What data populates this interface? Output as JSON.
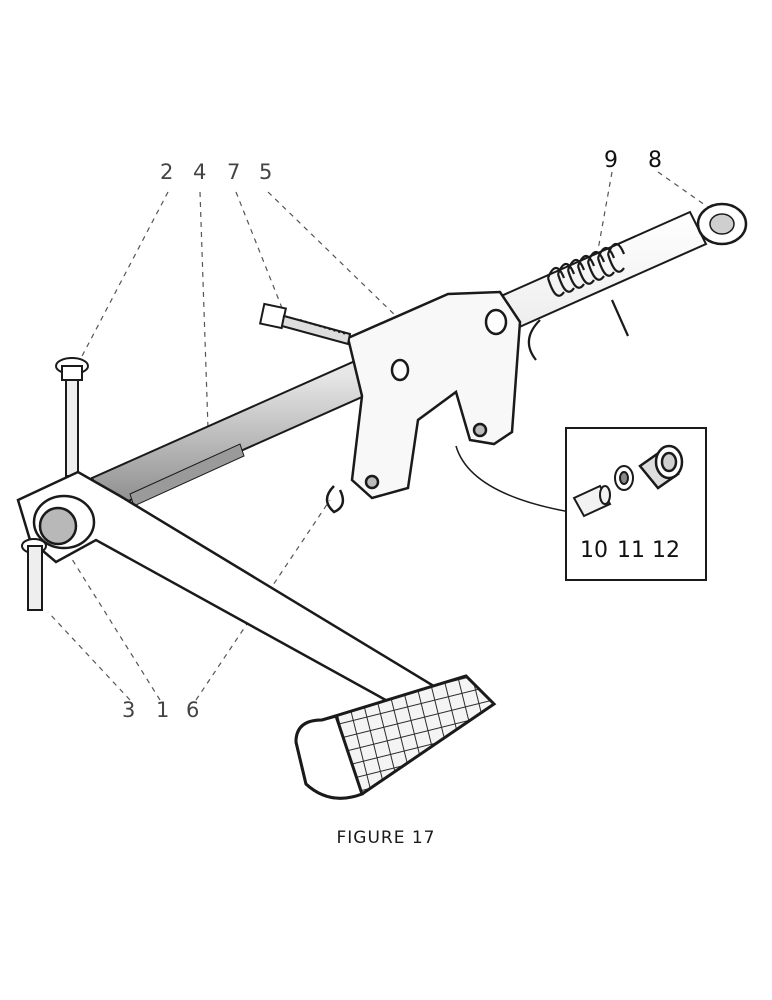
{
  "figure": {
    "caption": "FIGURE 17",
    "callouts": {
      "c2": "2",
      "c4": "4",
      "c7": "7",
      "c5": "5",
      "c9": "9",
      "c8": "8",
      "c3": "3",
      "c1": "1",
      "c6": "6",
      "c10": "10",
      "c11": "11",
      "c12": "12"
    },
    "colors": {
      "ink": "#1a1a1a",
      "paper": "#ffffff",
      "shade": "#cfcfcf"
    }
  }
}
